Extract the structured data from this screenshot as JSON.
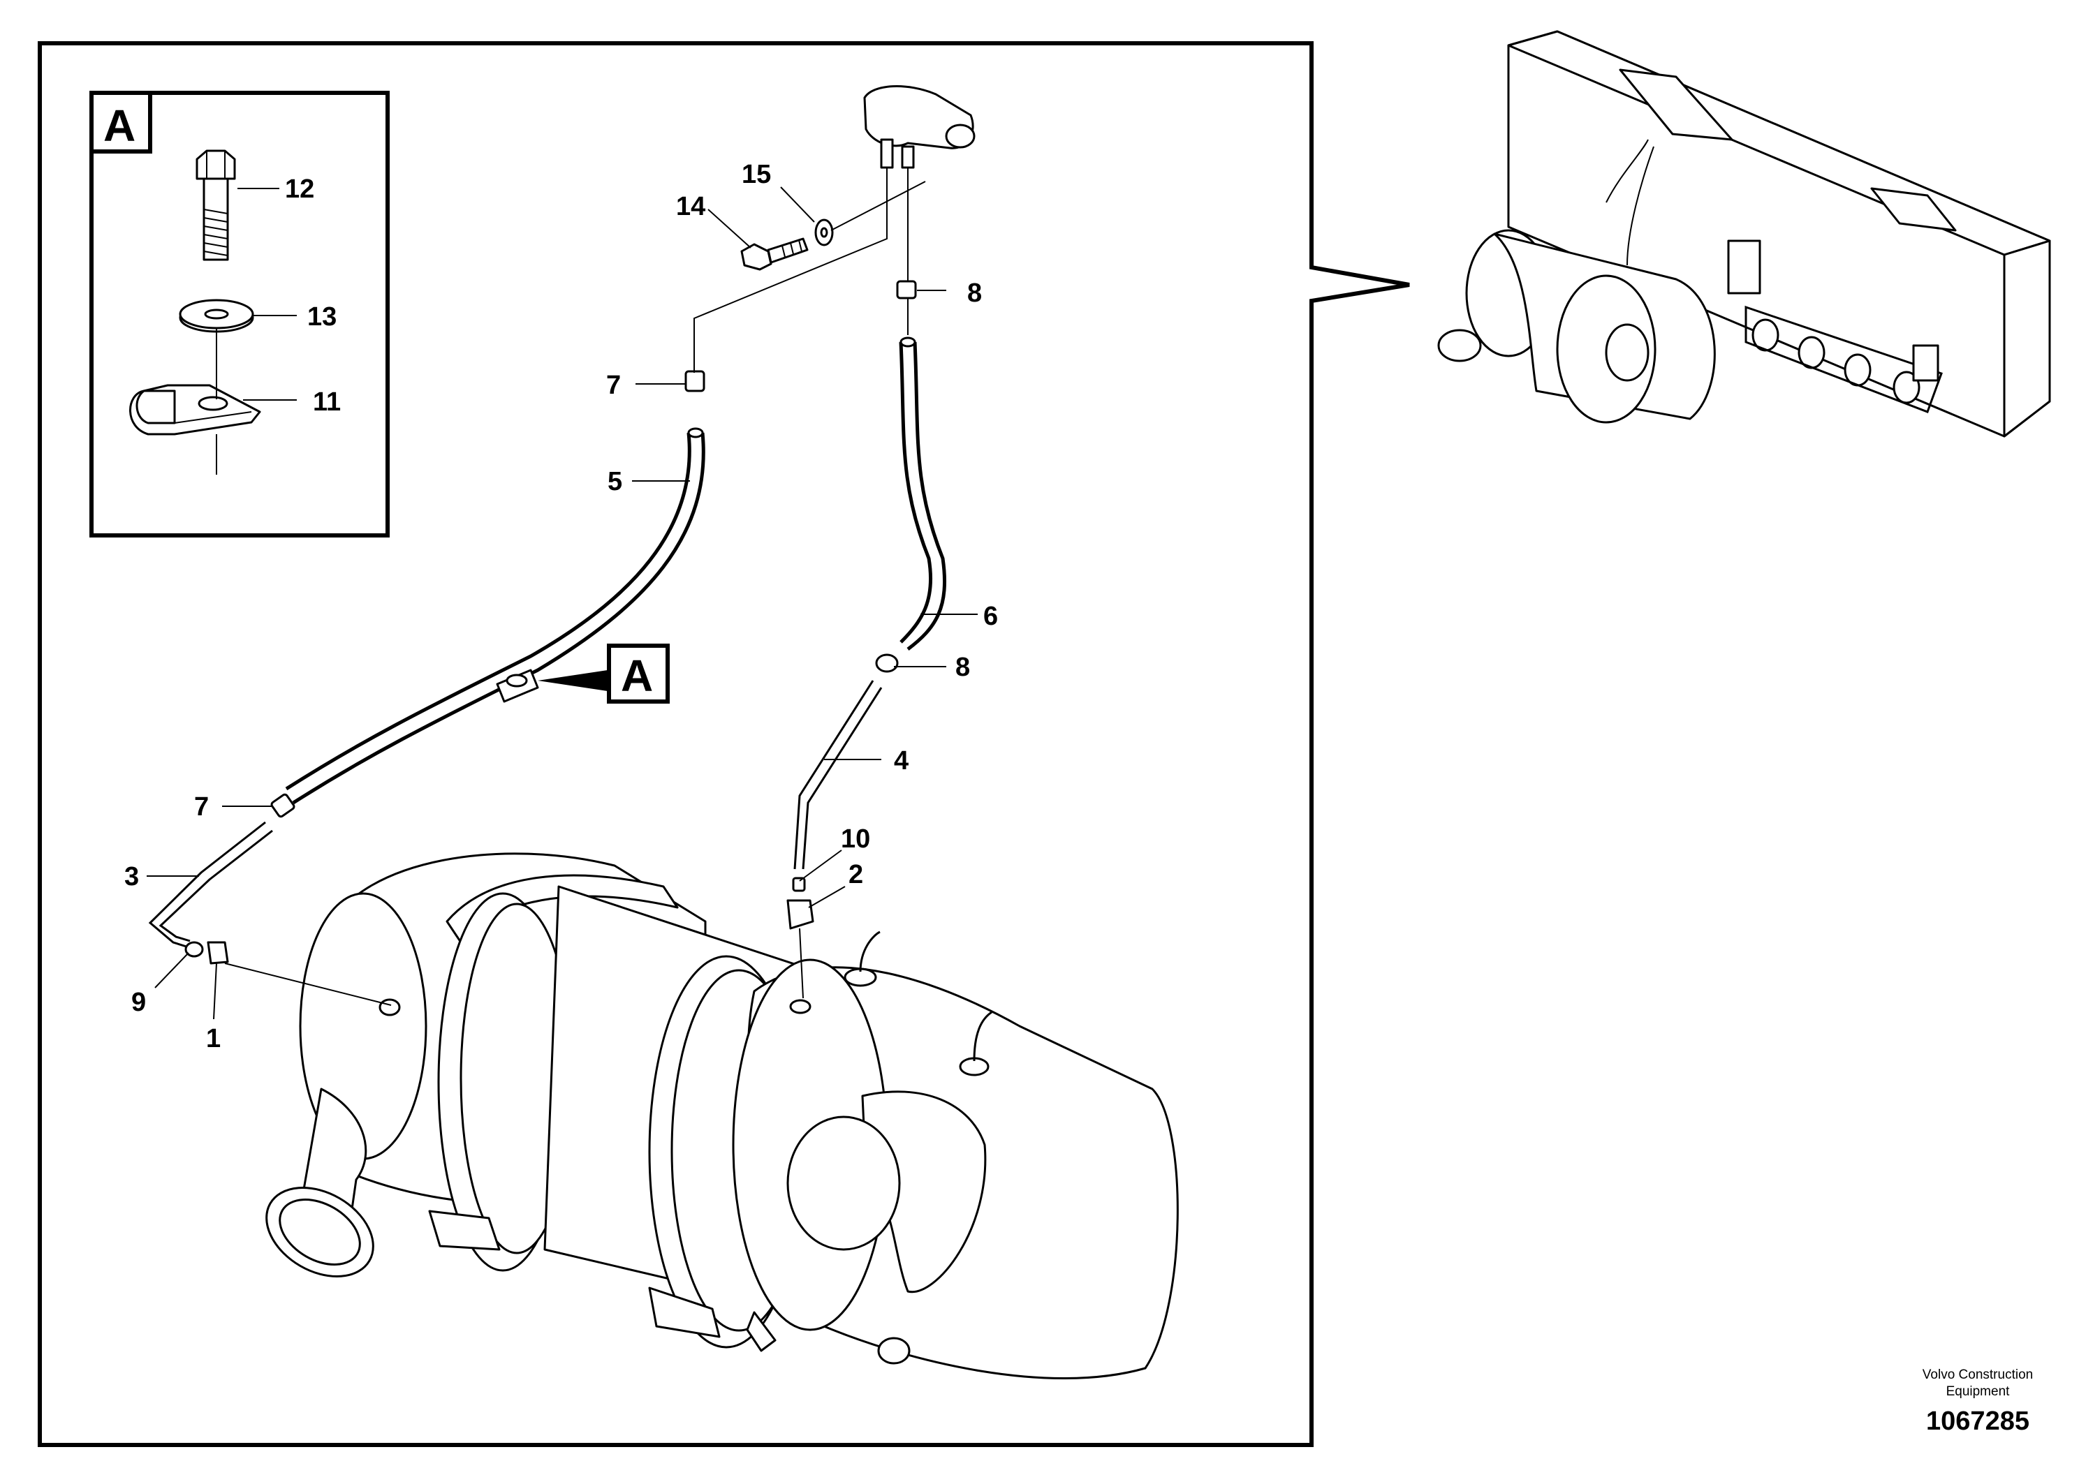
{
  "inset": {
    "letter": "A",
    "callout_letter": "A"
  },
  "labels": {
    "l1": "1",
    "l2": "2",
    "l3": "3",
    "l4": "4",
    "l5": "5",
    "l6": "6",
    "l7a": "7",
    "l7b": "7",
    "l8a": "8",
    "l8b": "8",
    "l9": "9",
    "l10": "10",
    "l11": "11",
    "l12": "12",
    "l13": "13",
    "l14": "14",
    "l15": "15"
  },
  "footer": {
    "credit_line1": "Volvo Construction",
    "credit_line2": "Equipment",
    "doc_number": "1067285"
  }
}
